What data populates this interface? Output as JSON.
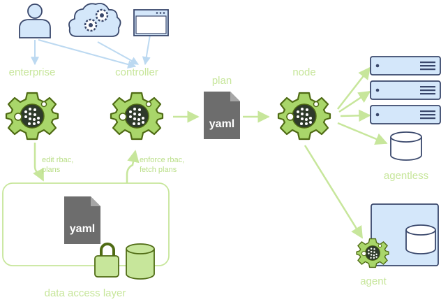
{
  "labels": {
    "enterprise": "enterprise",
    "controller": "controller",
    "plan": "plan",
    "node": "node",
    "agentless": "agentless",
    "agent": "agent",
    "data_access_layer": "data access layer"
  },
  "annotations": {
    "edit": [
      "edit rbac,",
      "plans"
    ],
    "enforce": [
      "enforce rbac,",
      "fetch plans"
    ]
  },
  "documents": {
    "plan_doc": "yaml",
    "dal_doc": "yaml"
  },
  "icons": {
    "user": "user-icon",
    "cloud": "cloud-gears-icon",
    "browser": "browser-window-icon",
    "gear": "gear-logo-icon",
    "server": "server-icon",
    "database": "database-icon",
    "lock": "unlocked-padlock-icon"
  },
  "colors": {
    "green": "#c7e69b",
    "green_dark": "#4f6b14",
    "blue_fill": "#d4e7fa",
    "blue_stroke": "#39476b",
    "arrow_blue": "#bcd9f1",
    "doc_gray": "#6d6d6d"
  }
}
